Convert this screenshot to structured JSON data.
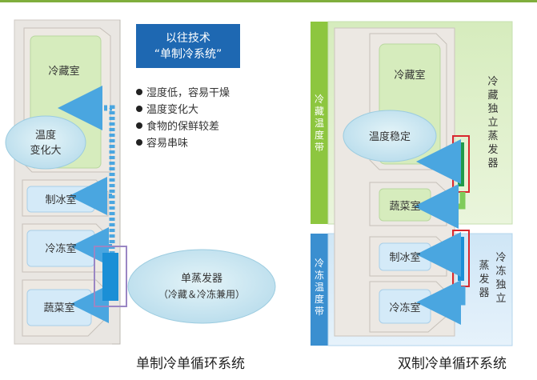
{
  "left": {
    "title_line1": "以往技术",
    "title_line2": "“单制冷系统”",
    "bullets": [
      "湿度低，容易干燥",
      "温度变化大",
      "食物的保鲜较差",
      "容易串味"
    ],
    "compartments": [
      "冷藏室",
      "制冰室",
      "冷冻室",
      "蔬菜室"
    ],
    "bubble_line1": "温度",
    "bubble_line2": "变化大",
    "evaporator_line1": "单蒸发器",
    "evaporator_line2": "（冷藏＆冷冻兼用）",
    "caption": "单制冷单循环系统"
  },
  "right": {
    "compartments": [
      "冷藏室",
      "蔬菜室",
      "制冰室",
      "冷冻室"
    ],
    "bubble": "温度稳定",
    "upper_band_label": [
      "冷",
      "藏",
      "温",
      "度",
      "带"
    ],
    "lower_band_label": [
      "冷",
      "冻",
      "温",
      "度",
      "带"
    ],
    "upper_evap_label": [
      "冷",
      "藏",
      "独",
      "立",
      "蒸",
      "发",
      "器"
    ],
    "lower_evap_col1": [
      "冷",
      "冻",
      "独",
      "立"
    ],
    "lower_evap_col2": [
      "蒸",
      "发",
      "器"
    ],
    "caption": "双制冷单循环系统"
  },
  "colors": {
    "accent_blue": "#1e68b2",
    "band_green": "#8dc63f",
    "band_blue": "#3a8fd0",
    "evaporator_red": "#d9272e",
    "bubble": "#cfe8f2"
  }
}
